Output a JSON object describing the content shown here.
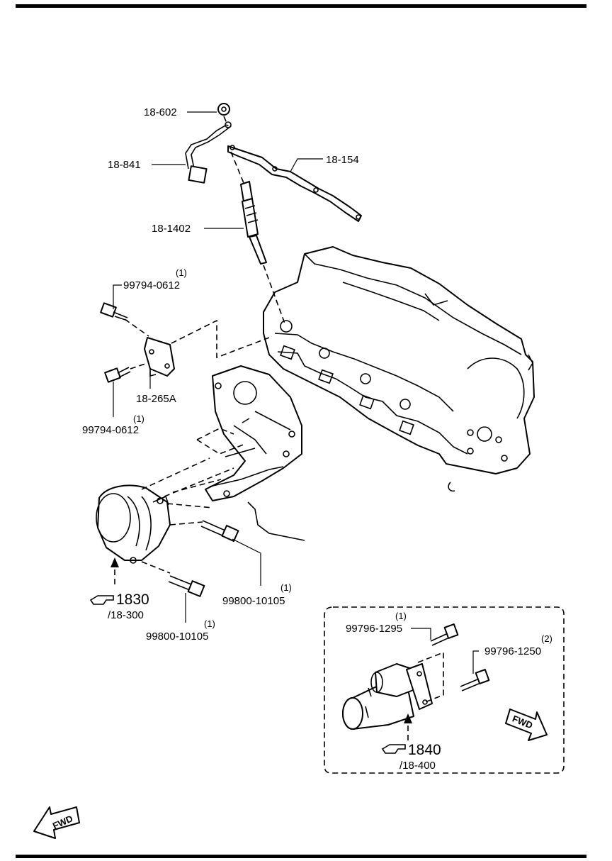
{
  "labels": {
    "glow_nut": "18-602",
    "glow_harness": "18-841",
    "glow_bus_bar": "18-154",
    "glow_plug": "18-1402",
    "bolt_top": "99794-0612",
    "bolt_top_qty": "(1)",
    "sensor": "18-265A",
    "bolt_mid": "99794-0612",
    "bolt_mid_qty": "(1)",
    "alternator_ref": "1830",
    "alternator_sub": "/18-300",
    "bolt_alt_lower": "99800-10105",
    "bolt_alt_lower_qty": "(1)",
    "bolt_alt_upper": "99800-10105",
    "bolt_alt_upper_qty": "(1)",
    "starter_bolt_a": "99796-1295",
    "starter_bolt_a_qty": "(1)",
    "starter_bolt_b": "99796-1250",
    "starter_bolt_b_qty": "(2)",
    "starter_ref": "1840",
    "starter_sub": "/18-400",
    "fwd_right": "FWD",
    "fwd_left": "FWD"
  },
  "icons": {
    "ref_pointer": "pointing-hand-icon",
    "fwd_arrow": "fwd-arrow-icon"
  }
}
